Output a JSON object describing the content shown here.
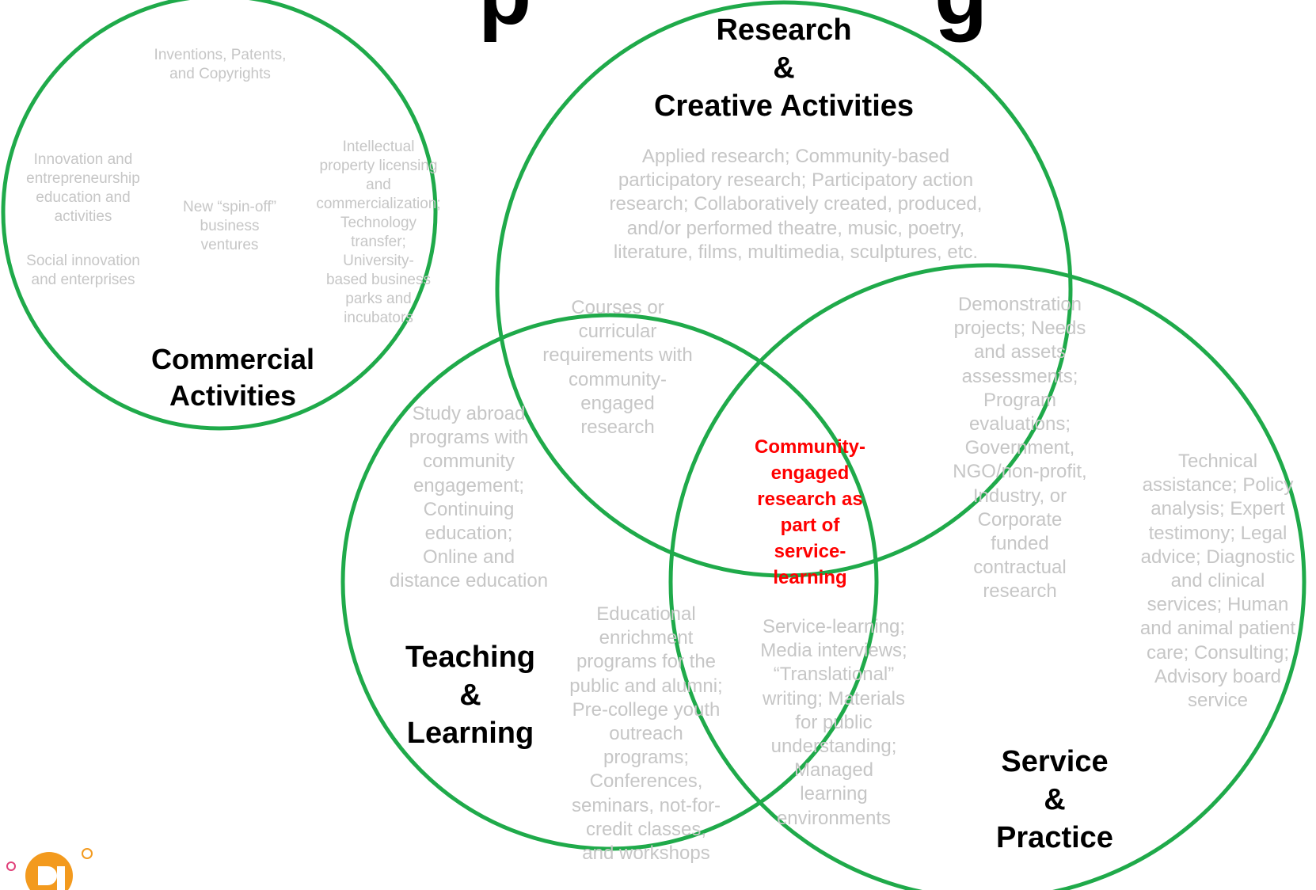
{
  "header": {
    "title_fragment": "p",
    "title_fragment_right": "g"
  },
  "colors": {
    "circle_stroke": "#1faa4a",
    "secondary_text": "#c6c6c6",
    "heading_text": "#000000",
    "center_text": "#ff0000",
    "logo_orange": "#f39a1e"
  },
  "commercial": {
    "heading": [
      "Commercial",
      "Activities"
    ],
    "items": {
      "ip": [
        "Inventions, Patents,",
        "and Copyrights"
      ],
      "innovation": [
        "Innovation and",
        "entrepreneurship",
        "education and",
        "activities"
      ],
      "social": [
        "Social innovation",
        "and enterprises"
      ],
      "spinoff": [
        "New “spin-off”",
        "business",
        "ventures"
      ],
      "licensing": [
        "Intellectual",
        "property licensing",
        "and",
        "commercialization;",
        "Technology",
        "transfer;",
        "University-",
        "based business",
        "parks and",
        "incubators"
      ]
    }
  },
  "research": {
    "heading": [
      "Research",
      "&",
      "Creative Activities"
    ],
    "description": [
      "Applied research; Community-based",
      "participatory research; Participatory action",
      "research; Collaboratively created, produced,",
      "and/or performed theatre, music, poetry,",
      "literature, films, multimedia, sculptures, etc."
    ]
  },
  "teaching": {
    "heading": [
      "Teaching",
      "&",
      "Learning"
    ],
    "study_abroad": [
      "Study abroad",
      "programs with",
      "community",
      "engagement;",
      "Continuing",
      "education;",
      "Online and",
      "distance education"
    ],
    "enrichment": [
      "Educational",
      "enrichment",
      "programs for the",
      "public and alumni;",
      "Pre-college youth",
      "outreach",
      "programs;",
      "Conferences,",
      "seminars, not-for-",
      "credit classes,",
      "and workshops"
    ]
  },
  "service": {
    "heading": [
      "Service",
      "&",
      "Practice"
    ],
    "technical": [
      "Technical",
      "assistance; Policy",
      "analysis; Expert",
      "testimony; Legal",
      "advice; Diagnostic",
      "and clinical",
      "services; Human",
      "and animal patient",
      "care; Consulting;",
      "Advisory board",
      "service"
    ]
  },
  "overlaps": {
    "research_teaching": [
      "Courses or",
      "curricular",
      "requirements with",
      "community-",
      "engaged",
      "research"
    ],
    "research_service": [
      "Demonstration",
      "projects; Needs",
      "and assets",
      "assessments;",
      "Program",
      "evaluations;",
      "Government,",
      "NGO/non-profit,",
      "Industry, or",
      "Corporate",
      "funded",
      "contractual",
      "research"
    ],
    "teaching_service": [
      "Service-learning;",
      "Media interviews;",
      "“Translational”",
      "writing; Materials",
      "for public",
      "understanding;",
      "Managed",
      "learning",
      "environments"
    ],
    "center": [
      "Community-",
      "engaged",
      "research as",
      "part of",
      "service-",
      "learning"
    ]
  }
}
